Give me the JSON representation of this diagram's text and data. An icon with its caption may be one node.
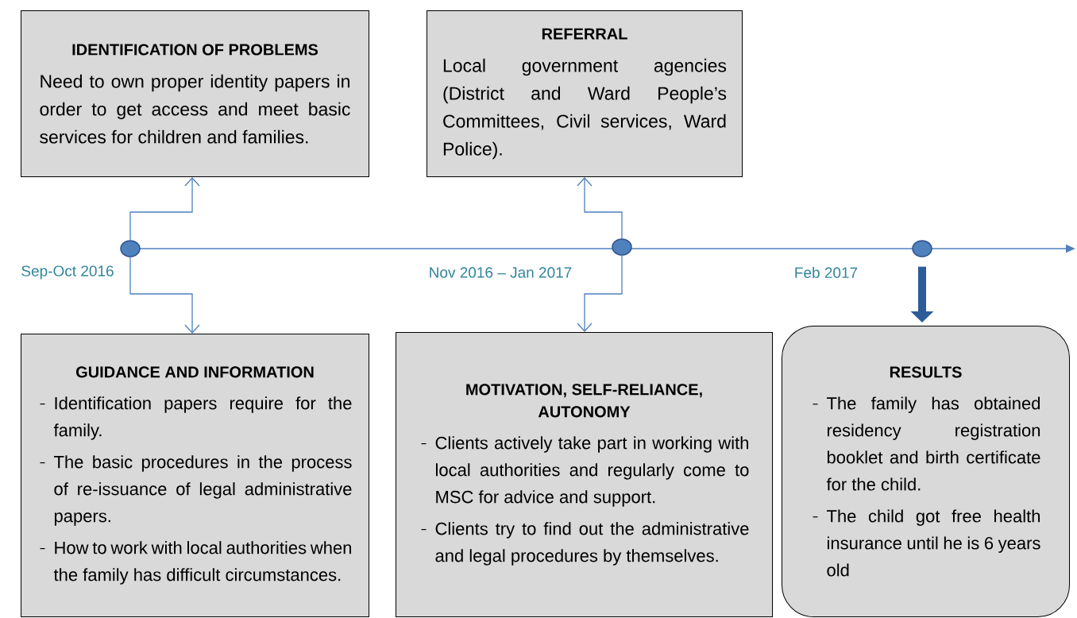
{
  "diagram": {
    "nodes": [
      {
        "text": [
          "IDENTIFICATION OF PROBLEMS",
          "Need to own proper identity papers in order to get access and meet basic services for children and families."
        ]
      },
      {
        "text": [
          "REFERRAL",
          "Local government agencies (District and Ward People’s Committees, Civil services, Ward Police)."
        ]
      },
      {
        "text": [],
        "shape": "circle",
        "beside": [
          "Sep-Oct 2016"
        ]
      },
      {
        "text": [],
        "shape": "circle",
        "beside": [
          "Nov 2016 – Jan 2017"
        ]
      },
      {
        "text": [],
        "shape": "circle",
        "beside": [
          "Feb 2017"
        ]
      },
      {
        "text": [
          "GUIDANCE AND INFORMATION",
          "Identification papers require for the family.",
          "The basic procedures in the process of re-issuance of legal administrative papers.",
          "How to work with local authorities when the family has difficult circumstances."
        ]
      },
      {
        "text": [
          "MOTIVATION, SELF-RELIANCE, AUTONOMY",
          "Clients actively take part in working with local authorities and regularly come to MSC for advice and support.",
          "Clients try to find out the administrative and legal procedures by themselves."
        ]
      },
      {
        "text": [
          "RESULTS",
          "The family has obtained residency registration booklet and birth certificate for the child.",
          "The child got free health insurance until he is 6 years old"
        ]
      }
    ],
    "edges": [
      {
        "from": 2,
        "to": 0,
        "arrow": "to"
      },
      {
        "from": 2,
        "to": 5,
        "arrow": "to"
      },
      {
        "from": 3,
        "to": 1,
        "arrow": "to"
      },
      {
        "from": 3,
        "to": 6,
        "arrow": "to"
      },
      {
        "from": 4,
        "to": 7,
        "arrow": "to",
        "style": "thick",
        "color": "#2e5c99"
      }
    ]
  }
}
